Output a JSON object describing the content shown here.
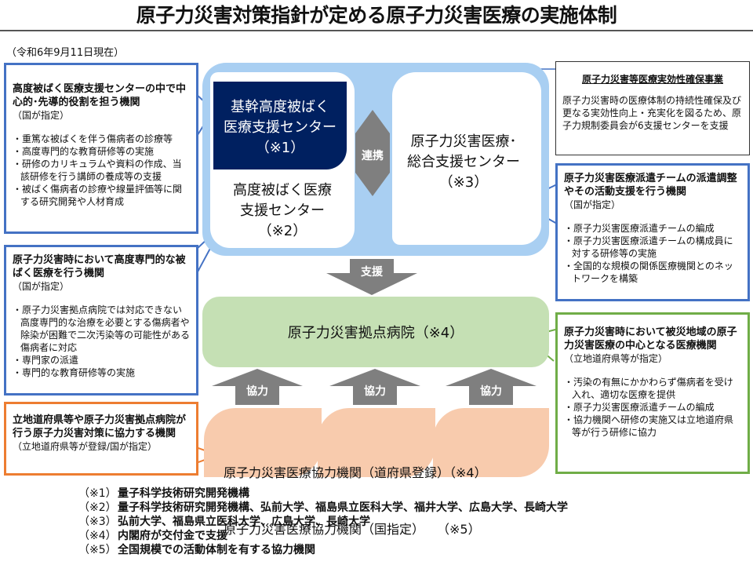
{
  "title": "原子力災害対策指針が定める原子力災害医療の実施体制",
  "date": "（令和6年9月11日現在）",
  "left_boxes": [
    {
      "heading": "高度被ばく医療支援センターの中で中心的･先導的役割を担う機関",
      "sub": "（国が指定）",
      "items": [
        "重篤な被ばくを伴う傷病者の診療等",
        "高度専門的な教育研修等の実施",
        "研修のカリキュラムや資料の作成、当該研修を行う講師の養成等の支援",
        "被ばく傷病者の診療や線量評価等に関する研究開発や人材育成"
      ]
    },
    {
      "heading": "原子力災害時において高度専門的な被ばく医療を行う機関",
      "sub": "（国が指定）",
      "items": [
        "原子力災害拠点病院では対応できない高度専門的な治療を必要とする傷病者や除染が困難で二次汚染等の可能性がある傷病者に対応",
        "専門家の派遣",
        "専門的な教育研修等の実施"
      ]
    },
    {
      "heading": "立地道府県等や原子力災害拠点病院が行う原子力災害対策に協力する機関",
      "sub": "（立地道府県等が登録/国が指定）",
      "items": []
    }
  ],
  "right_boxes": [
    {
      "heading": "原子力災害等医療実効性確保事業",
      "body": "原子力災害時の医療体制の持続性確保及び更なる実効性向上・充実化を図るため、原子力規制委員会が6支援センターを支援"
    },
    {
      "heading": "原子力災害医療派遣チームの派遣調整やその活動支援を行う機関",
      "sub": "（国が指定）",
      "items": [
        "原子力災害医療派遣チームの編成",
        "原子力災害医療派遣チームの構成員に対する研修等の実施",
        "全国的な規模の関係医療機関とのネットワークを構築"
      ]
    },
    {
      "heading": "原子力災害時において被災地域の原子力災害医療の中心となる医療機関",
      "sub": "（立地道府県等が指定）",
      "items": [
        "汚染の有無にかかわらず傷病者を受け入れ、適切な医療を提供",
        "原子力災害医療派遣チームの編成",
        "協力機関へ研修の実施又は立地道府県等が行う研修に協力"
      ]
    }
  ],
  "center": {
    "core_center": [
      "基幹高度被ばく",
      "医療支援センター",
      "（※1）"
    ],
    "advanced_center": [
      "高度被ばく医療",
      "支援センター",
      "（※2）"
    ],
    "general_center": [
      "原子力災害医療･",
      "総合支援センター",
      "（※3）"
    ],
    "link_label": "連携",
    "support_label": "支援",
    "base_hospital": "原子力災害拠点病院（※4）",
    "coop_label": "協力",
    "coop_lines": [
      "原子力災害医療協力機関（道府県登録）（※4）",
      "原子力災害医療協力機関（国指定）　　（※5）"
    ]
  },
  "notes": [
    {
      "mark": "（※1）",
      "text": "量子科学技術研究開発機構"
    },
    {
      "mark": "（※2）",
      "text": "量子科学技術研究開発機構、弘前大学、福島県立医科大学、福井大学、広島大学、長崎大学"
    },
    {
      "mark": "（※3）",
      "text": "弘前大学、福島県立医科大学、広島大学、長崎大学"
    },
    {
      "mark": "（※4）",
      "text": "内閣府が交付金で支援"
    },
    {
      "mark": "（※5）",
      "text": "全国規模での活動体制を有する協力機関"
    }
  ],
  "colors": {
    "blue": "#4472c4",
    "navy": "#002060",
    "lightblue": "#a9cff2",
    "green": "#c5e0b4",
    "peach": "#f8cbad",
    "orange": "#ed7d31",
    "gray": "#7f7f7f"
  }
}
